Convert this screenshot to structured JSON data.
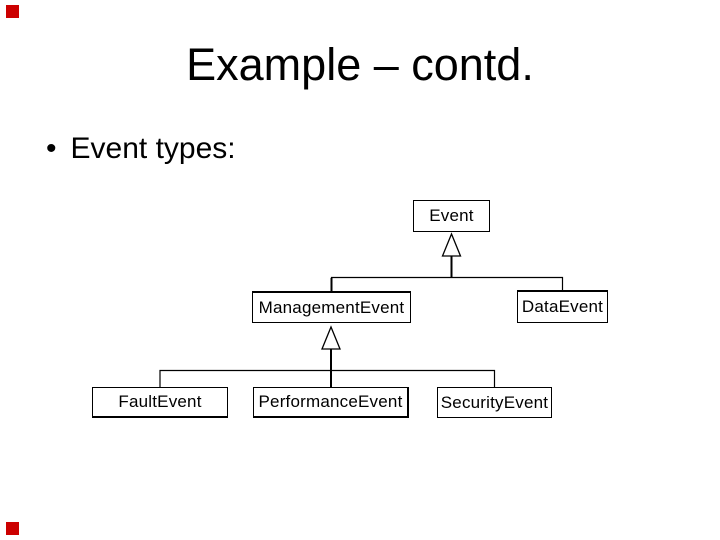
{
  "slide": {
    "title": "Example – contd.",
    "bullet_glyph": "•",
    "bullet_text": "Event types:"
  },
  "diagram": {
    "type": "uml-class-inheritance-hierarchy",
    "nodes": [
      {
        "id": "event",
        "label": "Event",
        "parent": null
      },
      {
        "id": "management-event",
        "label": "ManagementEvent",
        "parent": "event"
      },
      {
        "id": "data-event",
        "label": "DataEvent",
        "parent": "event"
      },
      {
        "id": "fault-event",
        "label": "FaultEvent",
        "parent": "management-event"
      },
      {
        "id": "performance-event",
        "label": "PerformanceEvent",
        "parent": "management-event"
      },
      {
        "id": "security-event",
        "label": "SecurityEvent",
        "parent": "management-event"
      }
    ]
  },
  "colors": {
    "background": "#ffffff",
    "text": "#000000",
    "diagram_line": "#000000",
    "node_fill": "#ffffff",
    "corner_marker_red": "#cc0000"
  }
}
